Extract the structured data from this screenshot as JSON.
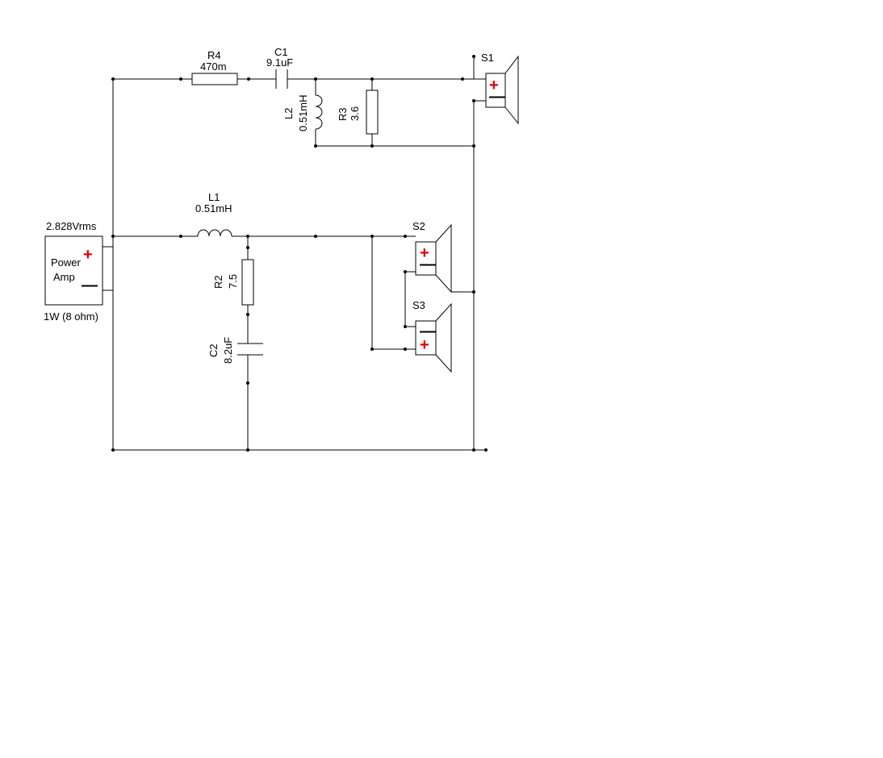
{
  "colors": {
    "wire": "#000000",
    "plus_sign": "#e00000",
    "minus_sign": "#000000",
    "background": "#ffffff"
  },
  "amp": {
    "voltage": "2.828Vrms",
    "name_line1": "Power",
    "name_line2": "Amp",
    "rating": "1W (8 ohm)",
    "plus": "+",
    "minus": "—"
  },
  "components": {
    "R4": {
      "ref": "R4",
      "value": "470m"
    },
    "C1": {
      "ref": "C1",
      "value": "9.1uF"
    },
    "L2": {
      "ref": "L2",
      "value": "0.51mH"
    },
    "R3": {
      "ref": "R3",
      "value": "3.6"
    },
    "L1": {
      "ref": "L1",
      "value": "0.51mH"
    },
    "R2": {
      "ref": "R2",
      "value": "7.5"
    },
    "C2": {
      "ref": "C2",
      "value": "8.2uF"
    }
  },
  "speakers": {
    "S1": {
      "ref": "S1",
      "plus": "+",
      "minus": "—"
    },
    "S2": {
      "ref": "S2",
      "plus": "+",
      "minus": "—"
    },
    "S3": {
      "ref": "S3",
      "plus": "+",
      "minus": "—"
    }
  }
}
